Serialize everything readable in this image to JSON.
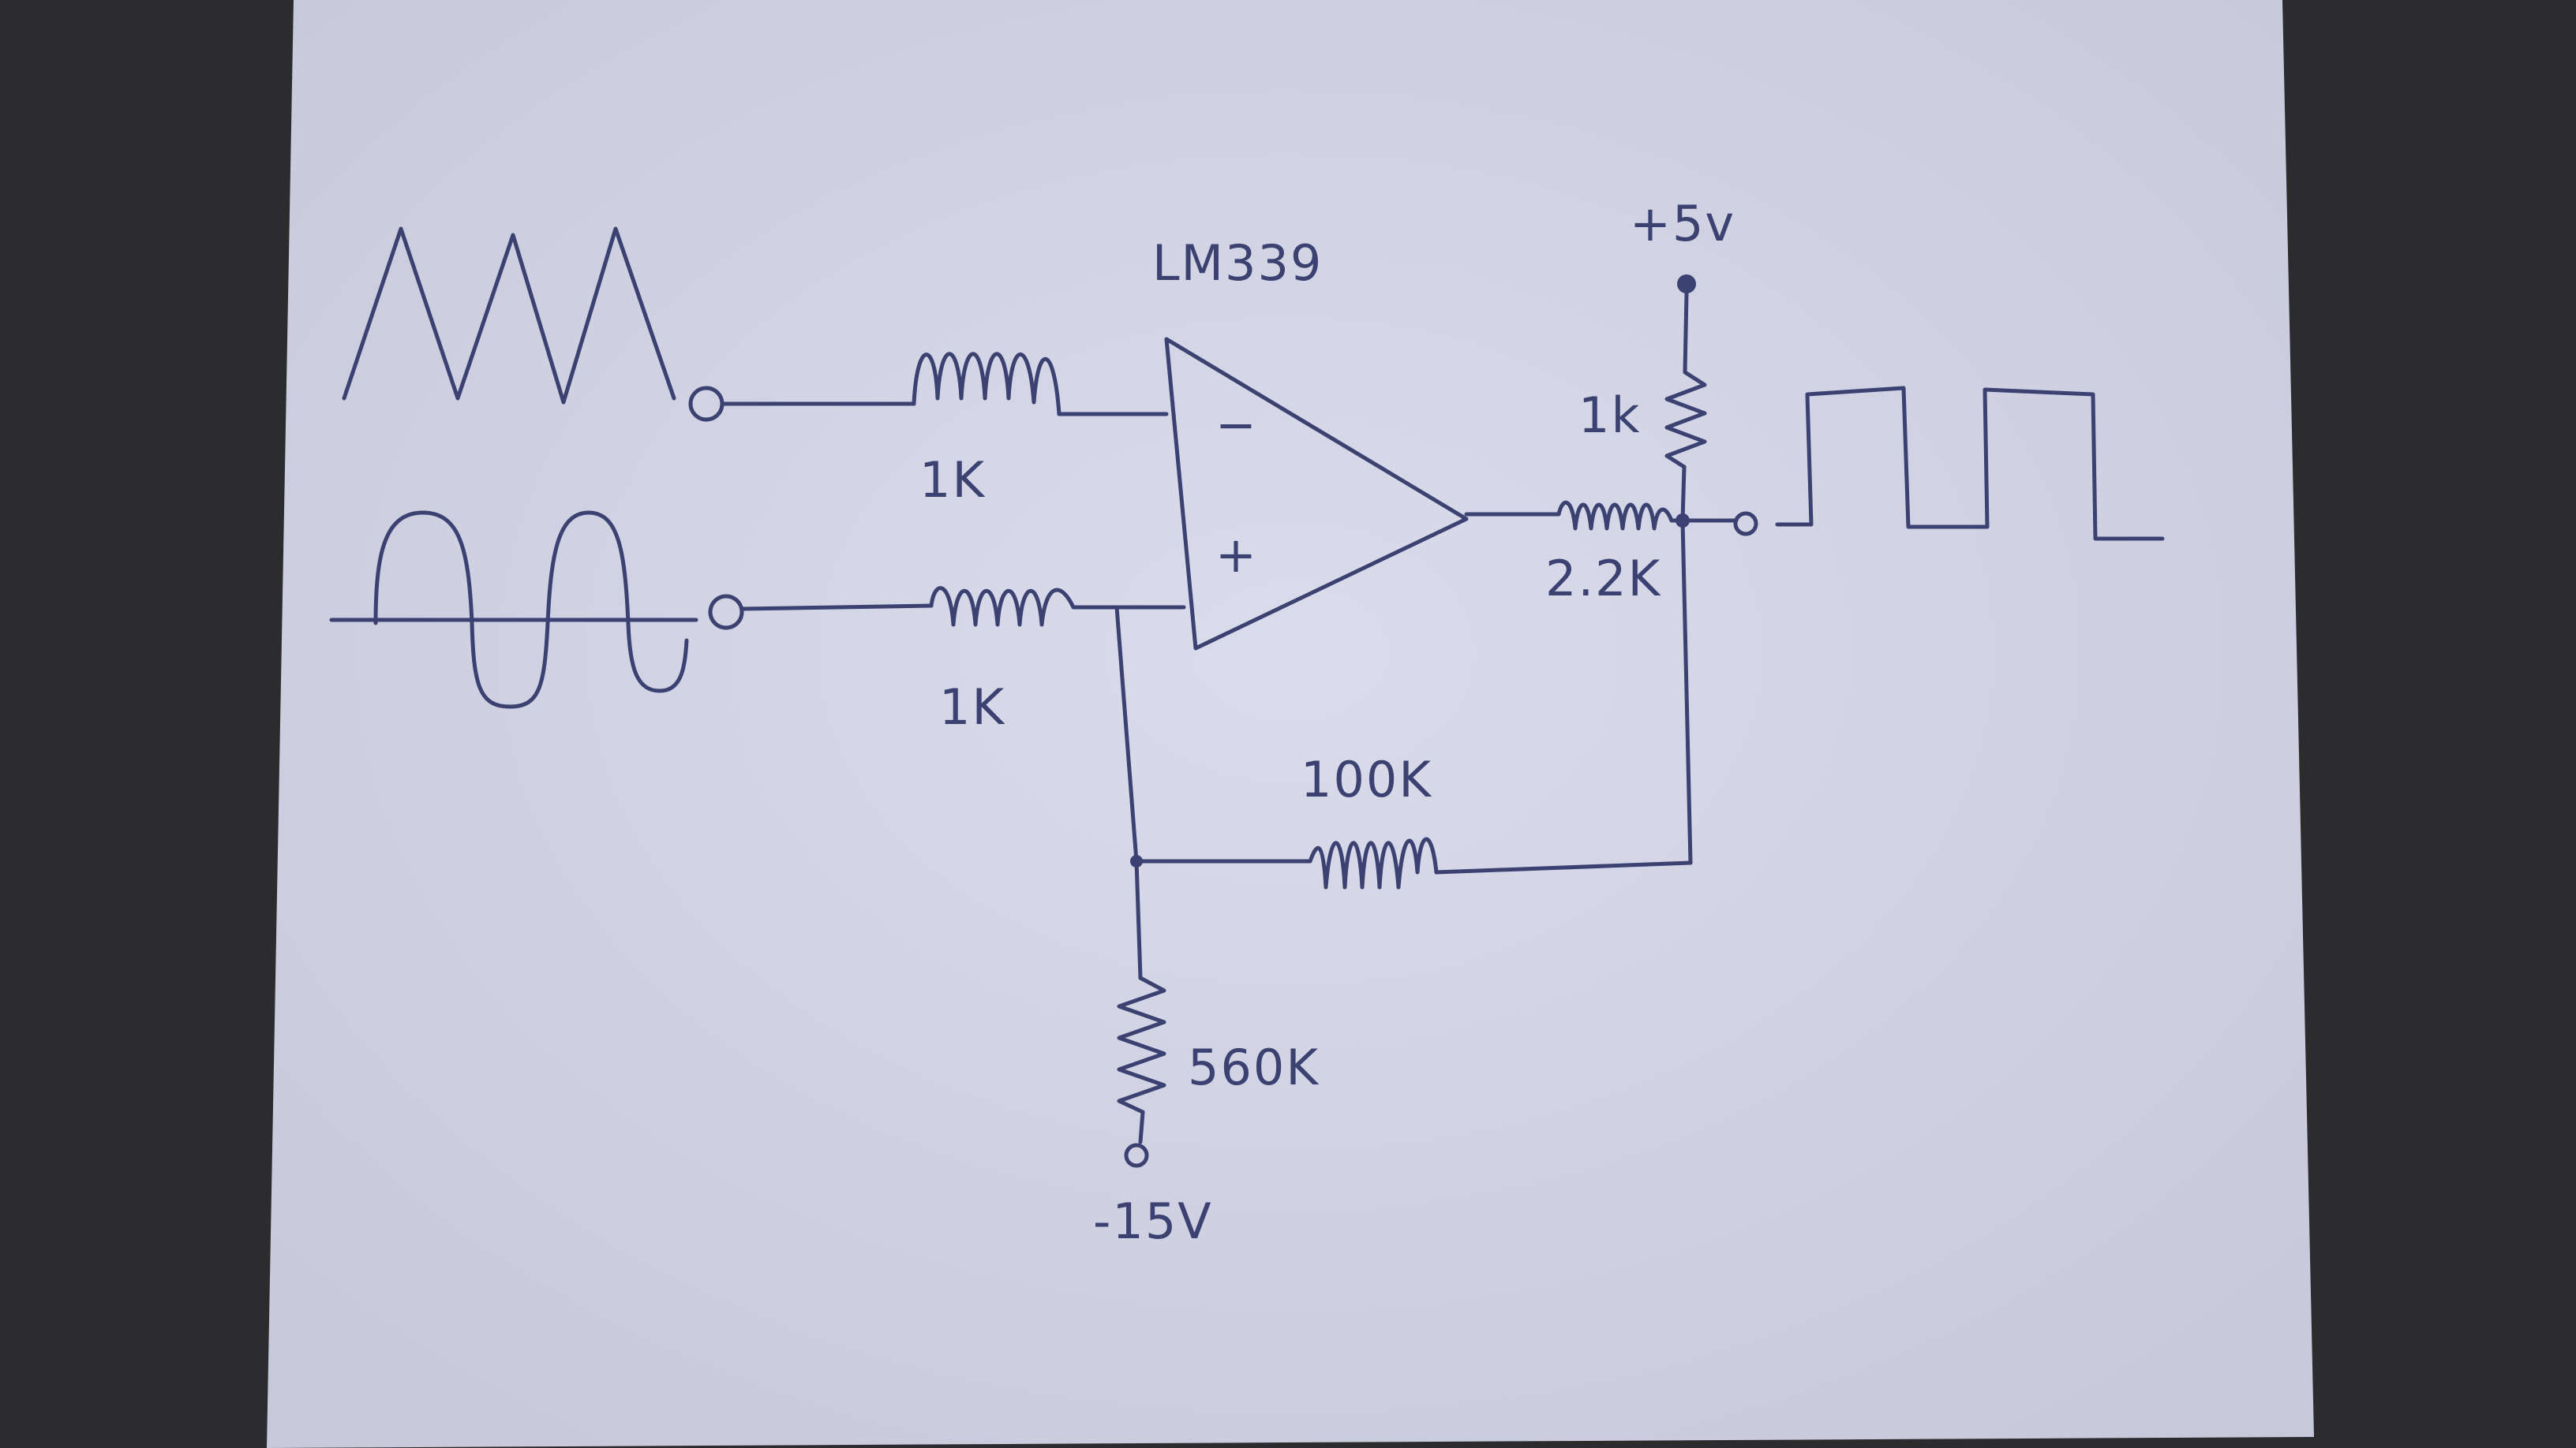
{
  "schematic": {
    "chip": "LM339",
    "supply_positive": "+5v",
    "supply_negative": "-15V",
    "input_minus_sign": "−",
    "input_plus_sign": "+",
    "resistors": {
      "input_triangle": "1K",
      "input_sine": "1K",
      "pullup": "1k",
      "output_series": "2.2K",
      "feedback": "100K",
      "bias": "560K"
    },
    "waveforms": {
      "input_1": "triangle",
      "input_2": "sine",
      "output": "square"
    }
  },
  "colors": {
    "ink": "#3b4170",
    "paper": "#d6d7e7",
    "background": "#2c2c2e"
  }
}
